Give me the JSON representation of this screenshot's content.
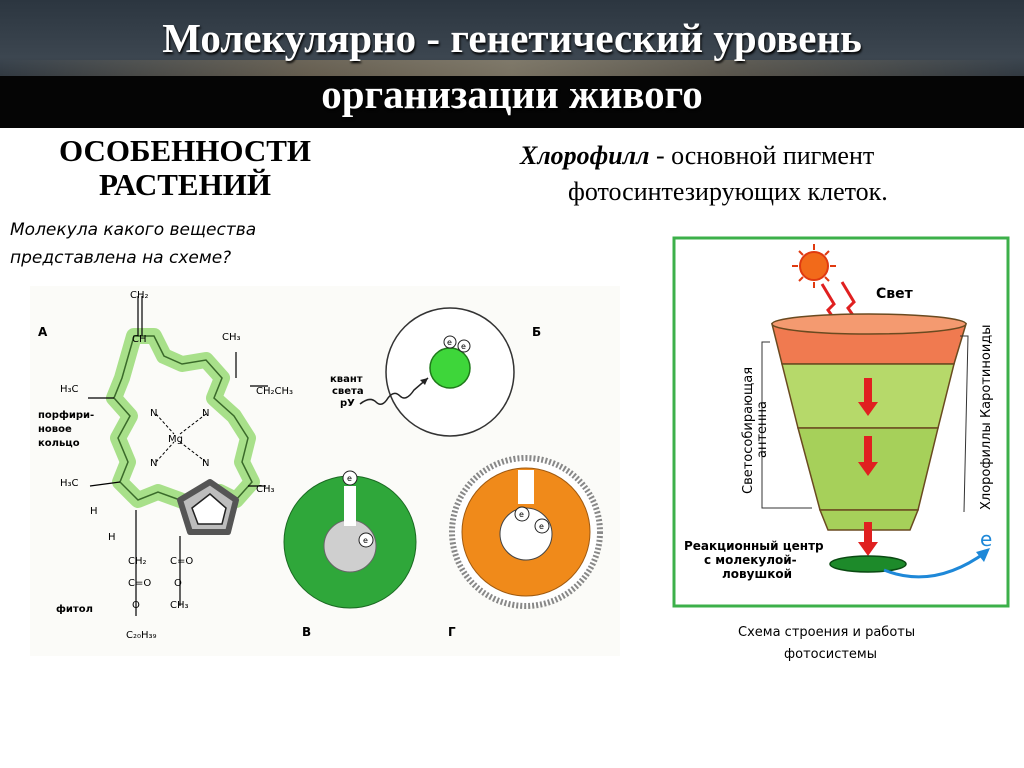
{
  "slide": {
    "title_line1": "Молекулярно - генетический уровень",
    "title_line2": "организации живого",
    "features_line1": "ОСОБЕННОСТИ",
    "features_line2": "РАСТЕНИЙ",
    "question_line1": "Молекула какого вещества",
    "question_line2": "представлена на схеме?",
    "chlorophyll_term": "Хлорофилл",
    "chlorophyll_def1": " - основной пигмент",
    "chlorophyll_def2": "фотосинтезирующих клеток."
  },
  "structure": {
    "panel_a": "А",
    "panel_b": "Б",
    "panel_v": "В",
    "panel_g": "Г",
    "ch2": "CH₂",
    "ch": "CH",
    "ch3": "CH₃",
    "h3c": "H₃C",
    "ch2ch3": "CH₂CH₃",
    "c": "C",
    "h": "H",
    "n": "N",
    "mg": "Mg",
    "o": "O",
    "c_eq_o": "C=O",
    "ch2_plain": "CH₂",
    "c20h39": "C₂₀H₃₉",
    "porphyrin1": "порфири-",
    "porphyrin2": "новое",
    "porphyrin3": "кольцо",
    "phytol": "фитол",
    "quantum1": "квант",
    "quantum2": "света",
    "quantum3": "рУ",
    "electron": "e"
  },
  "photosystem": {
    "light": "Свет",
    "antenna1": "Светособирающая",
    "antenna2": "антенна",
    "carotenoids": "Хлорофиллы Каротиноиды",
    "center1": "Реакционный центр",
    "center2": "с молекулой-",
    "center3": "ловушкой",
    "electron": "e",
    "caption1": "Схема строения и работы",
    "caption2": "фотосистемы"
  },
  "colors": {
    "green_light": "#a8e08a",
    "green_dark": "#2fa73a",
    "orange": "#f08a1a",
    "cone_top": "#f07a50",
    "cone_mid": "#b6d96a",
    "cone_bottom": "#a6d05a",
    "frame_green": "#3cb04a",
    "arrow_red": "#e02020",
    "electron_blue": "#1e88d8"
  }
}
